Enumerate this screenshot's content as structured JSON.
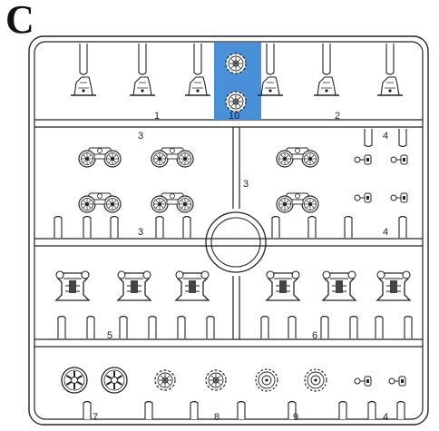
{
  "sheet": {
    "letter": "C",
    "highlight_color": "#4a90d9"
  },
  "part_labels": [
    {
      "id": "top-left",
      "text": "1"
    },
    {
      "id": "top-highlight",
      "text": "10"
    },
    {
      "id": "top-right",
      "text": "2"
    },
    {
      "id": "row2-left-top",
      "text": "3"
    },
    {
      "id": "row2-right-top",
      "text": "4"
    },
    {
      "id": "center-vertical",
      "text": "3"
    },
    {
      "id": "row2-left-bottom",
      "text": "3"
    },
    {
      "id": "row2-right-bottom",
      "text": "4"
    },
    {
      "id": "row3-left",
      "text": "5"
    },
    {
      "id": "row3-right",
      "text": "6"
    },
    {
      "id": "row4-a",
      "text": "7"
    },
    {
      "id": "row4-b",
      "text": "8"
    },
    {
      "id": "row4-c",
      "text": "9"
    },
    {
      "id": "row4-d",
      "text": "4"
    }
  ]
}
